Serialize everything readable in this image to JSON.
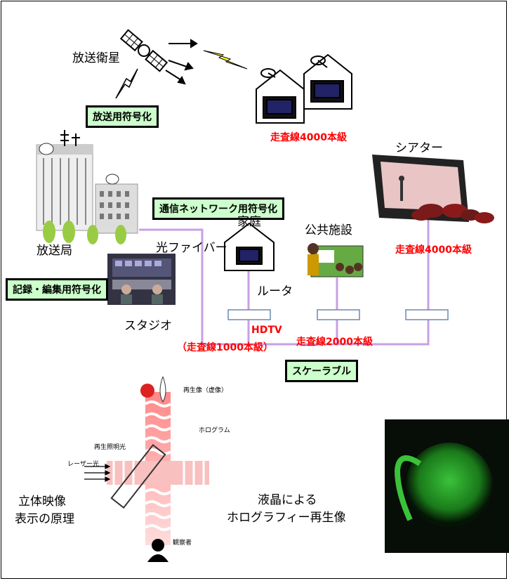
{
  "labels": {
    "satellite": "放送衛星",
    "tv_lines_4000_home": "走査線4000本級",
    "theater": "シアター",
    "broadcast_station": "放送局",
    "fiber": "光ファイバー",
    "home": "家庭",
    "public_facility": "公共施設",
    "theater_lines": "走査線4000本級",
    "router": "ルータ",
    "hdtv": "HDTV",
    "lines_1000": "（走査線1000本級）",
    "lines_2000": "走査線2000本級",
    "studio": "スタジオ",
    "stereo_principle_1": "立体映像",
    "stereo_principle_2": "表示の原理",
    "holo_lc_1": "液晶による",
    "holo_lc_2": "ホログラフィー再生像"
  },
  "boxes": {
    "broadcast_coding": "放送用符号化",
    "network_coding": "通信ネットワーク用符号化",
    "record_coding": "記録・編集用符号化",
    "scalable": "スケーラブル"
  },
  "holo_labels": {
    "reproduced": "再生像（虚像）",
    "hologram": "ホログラム",
    "illumination": "再生照明光",
    "laser": "レーザー光",
    "observer": "観察者"
  },
  "colors": {
    "fiber": "#c8a0e6",
    "box_green": "#ccffcc",
    "accent_red": "#ff0000"
  }
}
